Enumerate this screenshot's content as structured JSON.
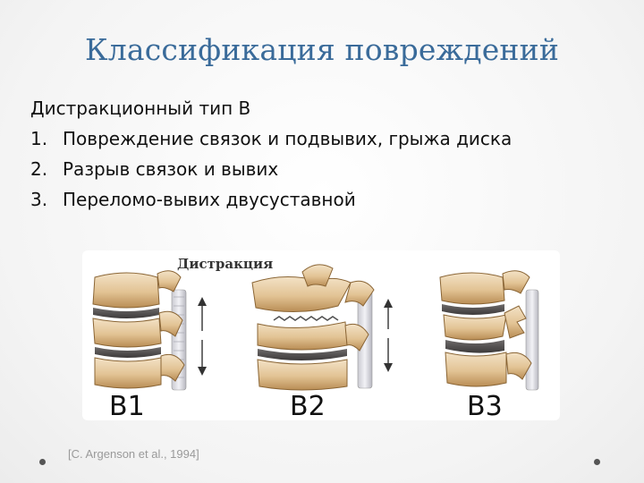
{
  "slide": {
    "title": "Классификация повреждений",
    "heading": "Дистракционный тип В",
    "items": [
      {
        "num": "1.",
        "text": "Повреждение связок и подвывих, грыжа диска"
      },
      {
        "num": "2.",
        "text": "Разрыв связок и вывих"
      },
      {
        "num": "3.",
        "text": "Переломо-вывих двусуставной"
      }
    ]
  },
  "figure": {
    "caption": "Дистракция",
    "labels": [
      "B1",
      "B2",
      "B3"
    ]
  },
  "citation": "[C. Argenson et al., 1994]"
}
